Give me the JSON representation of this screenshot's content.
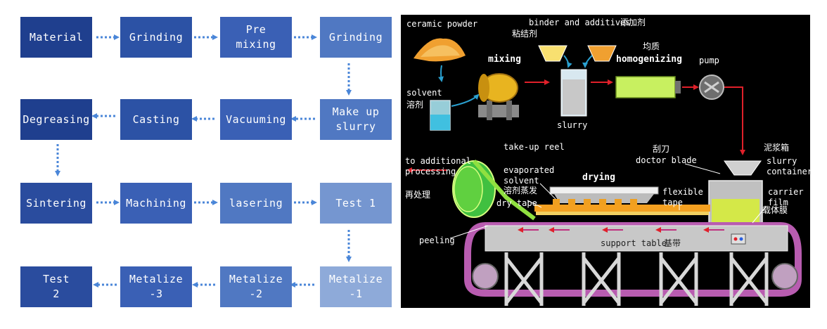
{
  "flowchart": {
    "rows": [
      [
        "Material",
        "Grinding",
        "Pre\nmixing",
        "Grinding"
      ],
      [
        "Degreasing",
        "Casting",
        "Vacuuming",
        "Make up\nslurry"
      ],
      [
        "Sintering",
        "Machining",
        "lasering",
        "Test 1"
      ],
      [
        "Test\n2",
        "Metalize\n-3",
        "Metalize\n-2",
        "Metalize\n-1"
      ]
    ]
  },
  "diagram": {
    "ceramic_powder": "ceramic powder",
    "binder_additives": "binder and additives",
    "binder_cn_right": "添加剂",
    "binder_cn_left": "粘结剂",
    "mixing": "mixing",
    "homogenizing_cn": "均质",
    "homogenizing": "homogenizing",
    "pump": "pump",
    "solvent": "solvent",
    "solvent_cn": "溶剂",
    "slurry": "slurry",
    "to_additional": "to additional\nprocessing",
    "to_additional_cn": "再处理",
    "take_up_reel": "take-up reel",
    "evaporated_solvent": "evaporated\nsolvent",
    "evaporated_cn": "溶剂蒸发",
    "drying": "drying",
    "doctor_blade_cn": "刮刀",
    "doctor_blade": "doctor blade",
    "slurry_box_cn": "泥浆箱",
    "slurry_container": "slurry\ncontainer",
    "flexible_tape": "flexible\ntape",
    "dry_tape": "dry tape",
    "carrier_film": "carrier\nfilm",
    "carrier_film_cn": "载体膜",
    "peeling": "peeling",
    "support_table": "support table",
    "support_table_cn": "基带"
  }
}
